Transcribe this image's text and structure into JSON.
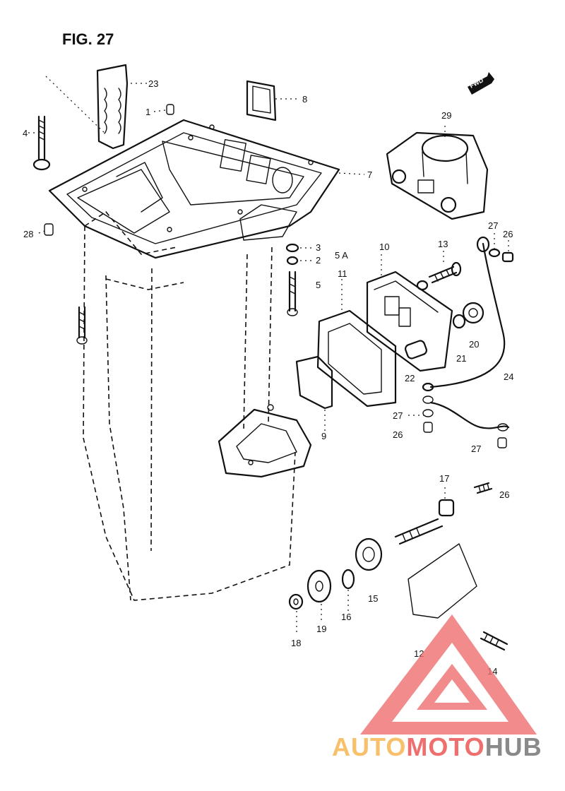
{
  "figure_title": "FIG. 27",
  "forward_label": "FWD",
  "part_labels": [
    {
      "id": "p1",
      "text": "1"
    },
    {
      "id": "p2",
      "text": "2"
    },
    {
      "id": "p3",
      "text": "3"
    },
    {
      "id": "p4",
      "text": "4"
    },
    {
      "id": "p5",
      "text": "5"
    },
    {
      "id": "p5a",
      "text": "5 A"
    },
    {
      "id": "p7",
      "text": "7"
    },
    {
      "id": "p8",
      "text": "8"
    },
    {
      "id": "p9",
      "text": "9"
    },
    {
      "id": "p10",
      "text": "10"
    },
    {
      "id": "p11",
      "text": "11"
    },
    {
      "id": "p12",
      "text": "12"
    },
    {
      "id": "p13",
      "text": "13"
    },
    {
      "id": "p14",
      "text": "14"
    },
    {
      "id": "p15",
      "text": "15"
    },
    {
      "id": "p16",
      "text": "16"
    },
    {
      "id": "p17",
      "text": "17"
    },
    {
      "id": "p18",
      "text": "18"
    },
    {
      "id": "p19",
      "text": "19"
    },
    {
      "id": "p20",
      "text": "20"
    },
    {
      "id": "p21",
      "text": "21"
    },
    {
      "id": "p22",
      "text": "22"
    },
    {
      "id": "p23",
      "text": "23"
    },
    {
      "id": "p24",
      "text": "24"
    },
    {
      "id": "p26a",
      "text": "26"
    },
    {
      "id": "p26b",
      "text": "26"
    },
    {
      "id": "p26c",
      "text": "26"
    },
    {
      "id": "p27a",
      "text": "27"
    },
    {
      "id": "p27b",
      "text": "27"
    },
    {
      "id": "p27c",
      "text": "27"
    },
    {
      "id": "p28",
      "text": "28"
    },
    {
      "id": "p29",
      "text": "29"
    }
  ],
  "watermark": {
    "part1": "AUTO",
    "part2": "MOTO",
    "part3": "HUB",
    "color_light": "#f8c06a",
    "color_red": "#ef6f6f",
    "color_gray": "#8a8a8a"
  }
}
